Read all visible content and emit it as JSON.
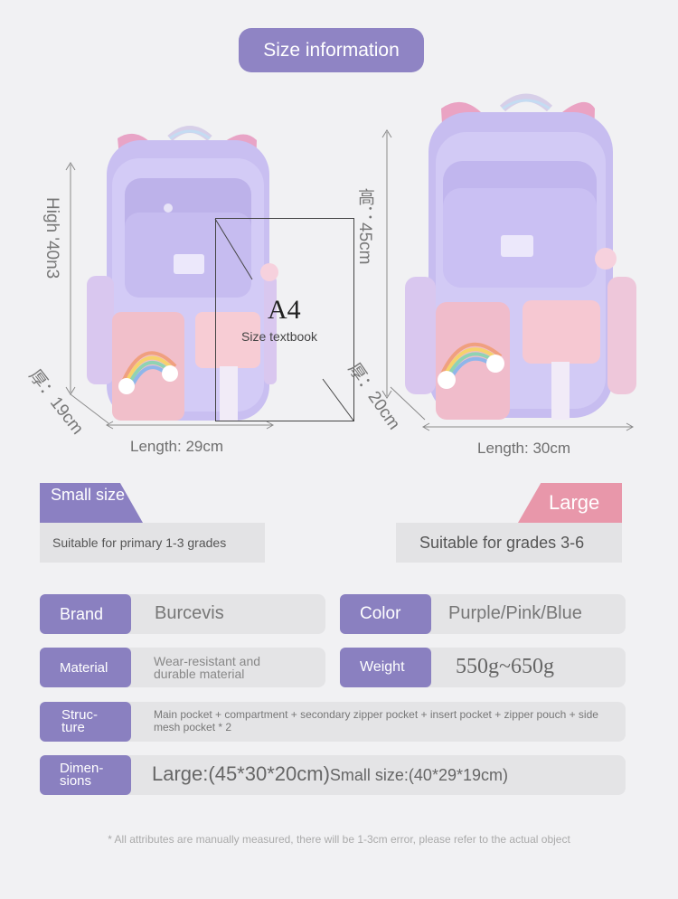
{
  "header": {
    "title": "Size information"
  },
  "small_bag": {
    "height_label": "High '40n3",
    "depth_label": "厚：19cm",
    "length_label": "Length: 29cm",
    "a4_title": "A4",
    "a4_caption": "Size textbook"
  },
  "large_bag": {
    "height_label": "高：45cm",
    "depth_label": "厚：20cm",
    "length_label": "Length: 30cm"
  },
  "sizes": {
    "small_tag": "Small size",
    "small_suit": "Suitable for primary 1-3 grades",
    "large_tag": "Large",
    "large_suit": "Suitable for grades 3-6"
  },
  "attributes": {
    "brand_label": "Brand",
    "brand_value": "Burcevis",
    "color_label": "Color",
    "color_value": "Purple/Pink/Blue",
    "material_label": "Material",
    "material_value": "Wear-resistant and durable material",
    "weight_label": "Weight",
    "weight_value": "550g~650g",
    "structure_label": "Struc-ture",
    "structure_value": "Main pocket + compartment + secondary zipper pocket + insert pocket + zipper pouch + side mesh pocket * 2",
    "dimensions_label": "Dimen-sions",
    "dimensions_large": "Large:(45*30*20cm)",
    "dimensions_small": "Small size:(40*29*19cm)"
  },
  "footnote": "* All attributes are manually measured, there will be 1-3cm error, please refer to the actual object",
  "colors": {
    "accent_purple": "#8a80c0",
    "accent_pink": "#e897aa",
    "bag_purple": "#c7bdf0",
    "bag_pink": "#f3c2cb"
  }
}
